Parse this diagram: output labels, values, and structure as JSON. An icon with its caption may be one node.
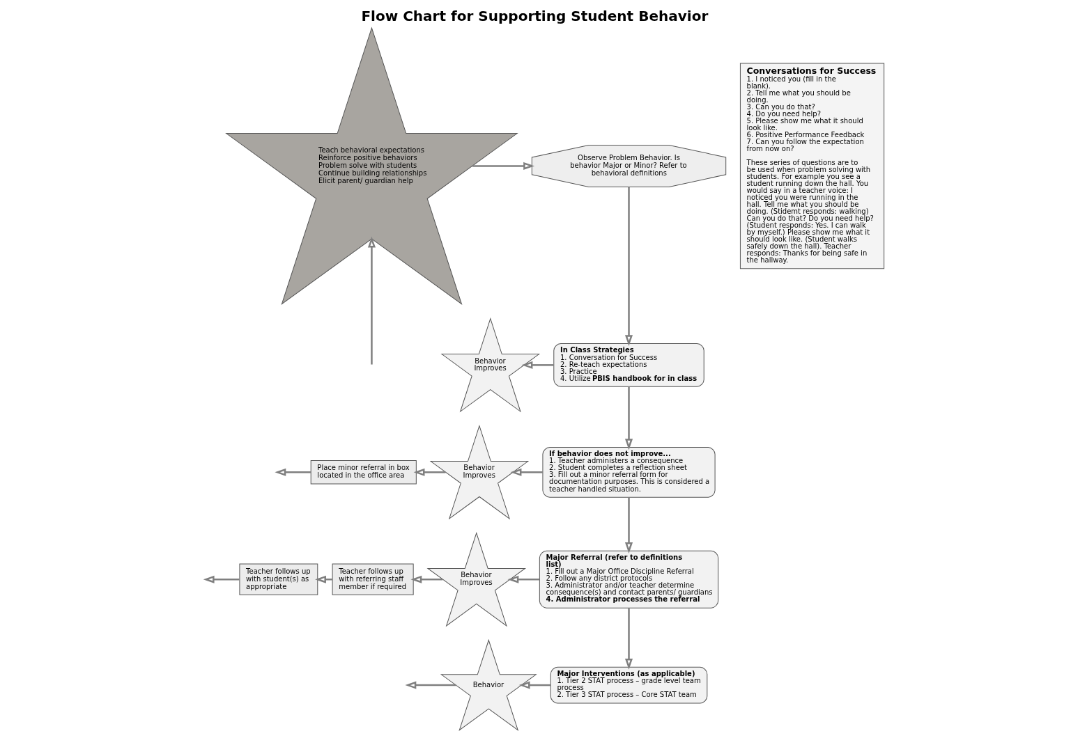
{
  "diagram": {
    "title": "Flow Chart for Supporting Student Behavior",
    "nodes": [
      {
        "text": [
          "Teach behavioral expectations",
          "Reinforce positive behaviors",
          "Problem solve with students",
          "Continue building relationships",
          "Elicit parent/ guardian help"
        ]
      },
      {
        "text": [
          "Observe Problem Behavior. Is behavior Major or Minor? Refer to behavioral definitions"
        ]
      },
      {
        "text": [
          "In Class Strategies",
          "1. Conversation for Success",
          "2. Re-teach expectations",
          "3. Practice",
          "4. Utilize **PBIS handbook for in class**"
        ]
      },
      {
        "text": [
          "Behavior Improves"
        ]
      },
      {
        "text": [
          "If behavior does not improve...",
          "1. Teacher administers a consequence",
          "2. Student completes a reflection sheet",
          "3. Fill out a minor referral form for documentation purposes. This is considered a teacher handled situation."
        ]
      },
      {
        "text": [
          "Behavior Improves"
        ]
      },
      {
        "text": [
          "Place minor referral in box located in the office area"
        ]
      },
      {
        "text": [
          "Major Referral (refer to definitions list)",
          "1. Fill out a Major Office Discipline Referral",
          "2. Follow any district protocols",
          "3. Administrator and/or teacher determine consequence(s) and contact parents/ guardians",
          "**4. Administrator processes the referral**"
        ]
      },
      {
        "text": [
          "Behavior Improves"
        ]
      },
      {
        "text": [
          "Teacher follows up with referring staff member if required"
        ]
      },
      {
        "text": [
          "Teacher follows up with student(s) as appropriate"
        ]
      },
      {
        "text": [
          "Major Interventions (as applicable)",
          "1. Tier 2 STAT process – grade level team process",
          "2. Tier 3 STAT process – Core STAT team"
        ]
      },
      {
        "text": [
          "Behavior"
        ]
      },
      {
        "text": [
          "Conversations for Success",
          "1. I noticed you (fill in the blank).",
          "2. Tell me what you should be doing.",
          "3. Can you do that?",
          "4. Do you need help?",
          "5. Please show me what it should look like.",
          "6. Positive Performance Feedback",
          "7. Can you follow the expectation from now on?",
          "These series of questions are to be used when problem solving with students. For example you see a student running down the hall. You would say in a teacher voice: I noticed you were running in the hall. Tell me what you should be doing. (Stidemt responds: walking) Can you do that? Do you need help? (Student responds: Yes. I can walk by myself.) Please show me what it should look like. (Student walks safely down the hall). Teacher responds: Thanks for being safe in the hallway."
        ]
      }
    ],
    "edges": [
      {
        "from": 0,
        "to": 1,
        "arrow": "to"
      },
      {
        "from": 1,
        "to": 2,
        "arrow": "to"
      },
      {
        "from": 2,
        "to": 3,
        "arrow": "to"
      },
      {
        "from": 2,
        "to": 4,
        "arrow": "to"
      },
      {
        "from": 4,
        "to": 5,
        "arrow": "to"
      },
      {
        "from": 5,
        "to": 6,
        "arrow": "to"
      },
      {
        "from": 6,
        "to": null,
        "arrow": "to"
      },
      {
        "from": 4,
        "to": 7,
        "arrow": "to"
      },
      {
        "from": 7,
        "to": 8,
        "arrow": "to"
      },
      {
        "from": 8,
        "to": 9,
        "arrow": "to"
      },
      {
        "from": 9,
        "to": 10,
        "arrow": "to"
      },
      {
        "from": 10,
        "to": null,
        "arrow": "to"
      },
      {
        "from": 7,
        "to": 11,
        "arrow": "to"
      },
      {
        "from": 11,
        "to": 12,
        "arrow": "to"
      },
      {
        "from": 12,
        "to": null,
        "arrow": "to"
      },
      {
        "from": null,
        "to": 0,
        "arrow": "to"
      }
    ]
  }
}
